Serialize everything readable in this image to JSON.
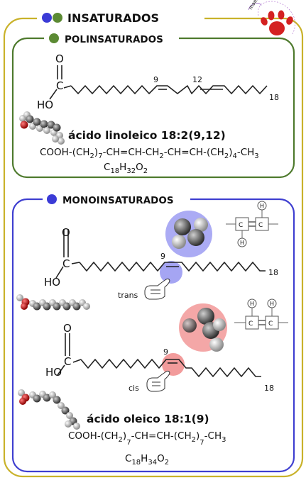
{
  "colors": {
    "outer_frame": "#c9b22a",
    "poly_frame": "#4e7a2d",
    "mono_frame": "#3f3fd0",
    "dot_blue": "#3b3bd6",
    "dot_green": "#5b8a33",
    "trans_highlight": "#8f8ff0",
    "cis_highlight": "#f08a8a",
    "paw": "#d42121"
  },
  "logo": {
    "text": "maestro naturales",
    "icon": "paw-print-icon"
  },
  "insaturados": {
    "title": "INSATURADOS"
  },
  "polinsaturados": {
    "title": "POLINSATURADOS",
    "oxygen_label": "O",
    "carbon_label": "C",
    "hydroxyl_label": "HO",
    "double_bond_positions": [
      "9",
      "12"
    ],
    "end_carbon": "18",
    "name": "ácido linoleico 18:2(9,12)",
    "condensed_formula": {
      "p1": "COOH-(CH",
      "s1": "2",
      "p2": ")",
      "s2": "7",
      "p3": "-CH=CH-CH",
      "s3": "2",
      "p4": "-CH=CH-(CH",
      "s4": "2",
      "p5": ")",
      "s5": "4",
      "p6": "-CH",
      "s6": "3"
    },
    "molecular_formula": {
      "a": "C",
      "n1": "18",
      "b": "H",
      "n2": "32",
      "c": "O",
      "n3": "2"
    }
  },
  "monoinsaturados": {
    "title": "MONOINSATURADOS",
    "trans": {
      "oxygen_label": "O",
      "carbon_label": "C",
      "hydroxyl_label": "HO",
      "double_bond_position": "9",
      "end_carbon": "18",
      "isomer_label": "trans",
      "diagram_c1": "C",
      "diagram_c2": "C",
      "diagram_h1": "H",
      "diagram_h2": "H"
    },
    "cis": {
      "oxygen_label": "O",
      "carbon_label": "C",
      "hydroxyl_label": "HO",
      "double_bond_position": "9",
      "end_carbon": "18",
      "isomer_label": "cis",
      "diagram_c1": "C",
      "diagram_c2": "C",
      "diagram_h1": "H",
      "diagram_h2": "H"
    },
    "name": "ácido oleico 18:1(9)",
    "condensed_formula": {
      "p1": "COOH-(CH",
      "s1": "2",
      "p2": ")",
      "s2": "7",
      "p3": "-CH=CH-(CH",
      "s3": "2",
      "p4": ")",
      "s4": "7",
      "p5": "-CH",
      "s5": "3"
    },
    "molecular_formula": {
      "a": "C",
      "n1": "18",
      "b": "H",
      "n2": "34",
      "c": "O",
      "n3": "2"
    }
  }
}
